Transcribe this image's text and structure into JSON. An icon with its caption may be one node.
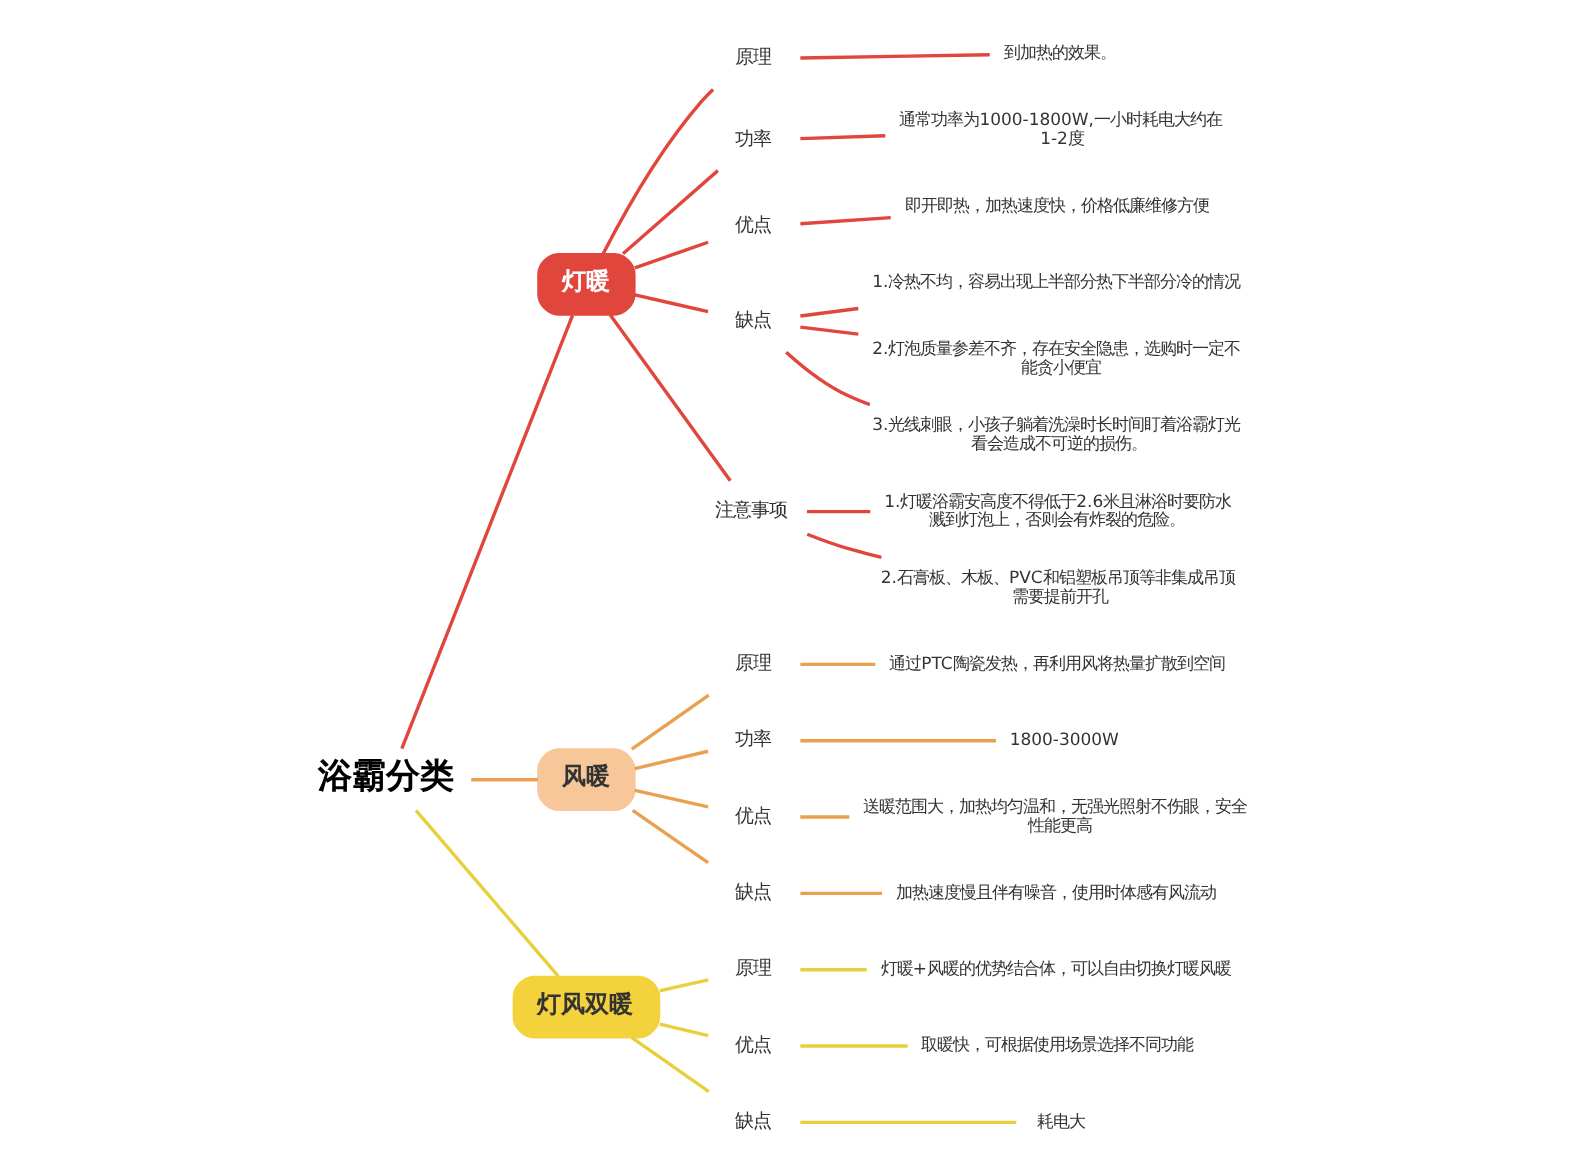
{
  "diagram": {
    "nodes": [
      {
        "text": [
          "浴霸分类"
        ]
      },
      {
        "text": [
          "灯暖"
        ]
      },
      {
        "text": [
          "原理"
        ]
      },
      {
        "text": [
          "到加热的效果。"
        ]
      },
      {
        "text": [
          "功率"
        ]
      },
      {
        "text": [
          "通常功率为1000-1800W,一小时耗电大约在1-2度"
        ]
      },
      {
        "text": [
          "优点"
        ]
      },
      {
        "text": [
          "即开即热，加热速度快，价格低廉维修方便"
        ]
      },
      {
        "text": [
          "缺点"
        ]
      },
      {
        "text": [
          "1.冷热不均，容易出现上半部分热下半部分冷的情况"
        ]
      },
      {
        "text": [
          "2.灯泡质量参差不齐，存在安全隐患，选购时一定不能贪小便宜"
        ]
      },
      {
        "text": [
          "3.光线刺眼，小孩子躺着洗澡时长时间盯着浴霸灯光看会造成不可逆的损伤。"
        ]
      },
      {
        "text": [
          "注意事项"
        ]
      },
      {
        "text": [
          "1.灯暖浴霸安高度不得低于2.6米且淋浴时要防水溅到灯泡上，否则会有炸裂的危险。"
        ]
      },
      {
        "text": [
          "2.石膏板、木板、PVC和铝塑板吊顶等非集成吊顶需要提前开孔"
        ]
      },
      {
        "text": [
          "风暖"
        ]
      },
      {
        "text": [
          "原理"
        ]
      },
      {
        "text": [
          "通过PTC陶瓷发热，再利用风将热量扩散到空间"
        ]
      },
      {
        "text": [
          "功率"
        ]
      },
      {
        "text": [
          "1800-3000W"
        ]
      },
      {
        "text": [
          "优点"
        ]
      },
      {
        "text": [
          "送暖范围大，加热均匀温和，无强光照射不伤眼，安全性能更高"
        ]
      },
      {
        "text": [
          "缺点"
        ]
      },
      {
        "text": [
          "加热速度慢且伴有噪音，使用时体感有风流动"
        ]
      },
      {
        "text": [
          "灯风双暖"
        ]
      },
      {
        "text": [
          "原理"
        ]
      },
      {
        "text": [
          "灯暖+风暖的优势结合体，可以自由切换灯暖风暖"
        ]
      },
      {
        "text": [
          "优点"
        ]
      },
      {
        "text": [
          "取暖快，可根据使用场景选择不同功能"
        ]
      },
      {
        "text": [
          "缺点"
        ]
      },
      {
        "text": [
          "耗电大"
        ]
      }
    ],
    "edges": [
      {
        "from": 0,
        "to": 1,
        "arrow": "none",
        "color": "#e0463c"
      },
      {
        "from": 1,
        "to": 2,
        "arrow": "none",
        "color": "#e0463c"
      },
      {
        "from": 2,
        "to": 3,
        "arrow": "none",
        "color": "#e0463c"
      },
      {
        "from": 1,
        "to": 4,
        "arrow": "none",
        "color": "#e0463c"
      },
      {
        "from": 4,
        "to": 5,
        "arrow": "none",
        "color": "#e0463c"
      },
      {
        "from": 1,
        "to": 6,
        "arrow": "none",
        "color": "#e0463c"
      },
      {
        "from": 6,
        "to": 7,
        "arrow": "none",
        "color": "#e0463c"
      },
      {
        "from": 1,
        "to": 8,
        "arrow": "none",
        "color": "#e0463c"
      },
      {
        "from": 8,
        "to": 9,
        "arrow": "none",
        "color": "#e0463c"
      },
      {
        "from": 8,
        "to": 10,
        "arrow": "none",
        "color": "#e0463c"
      },
      {
        "from": 8,
        "to": 11,
        "arrow": "none",
        "color": "#e0463c"
      },
      {
        "from": 1,
        "to": 12,
        "arrow": "none",
        "color": "#e0463c"
      },
      {
        "from": 12,
        "to": 13,
        "arrow": "none",
        "color": "#e0463c"
      },
      {
        "from": 12,
        "to": 14,
        "arrow": "none",
        "color": "#e0463c"
      },
      {
        "from": 0,
        "to": 15,
        "arrow": "none",
        "color": "#e9a050"
      },
      {
        "from": 15,
        "to": 16,
        "arrow": "none",
        "color": "#e9a050"
      },
      {
        "from": 16,
        "to": 17,
        "arrow": "none",
        "color": "#e9a050"
      },
      {
        "from": 15,
        "to": 18,
        "arrow": "none",
        "color": "#e9a050"
      },
      {
        "from": 18,
        "to": 19,
        "arrow": "none",
        "color": "#e9a050"
      },
      {
        "from": 15,
        "to": 20,
        "arrow": "none",
        "color": "#e9a050"
      },
      {
        "from": 20,
        "to": 21,
        "arrow": "none",
        "color": "#e9a050"
      },
      {
        "from": 15,
        "to": 22,
        "arrow": "none",
        "color": "#e9a050"
      },
      {
        "from": 22,
        "to": 23,
        "arrow": "none",
        "color": "#e9a050"
      },
      {
        "from": 0,
        "to": 24,
        "arrow": "none",
        "color": "#e8cf3c"
      },
      {
        "from": 24,
        "to": 25,
        "arrow": "none",
        "color": "#e8cf3c"
      },
      {
        "from": 25,
        "to": 26,
        "arrow": "none",
        "color": "#e8cf3c"
      },
      {
        "from": 24,
        "to": 27,
        "arrow": "none",
        "color": "#e8cf3c"
      },
      {
        "from": 27,
        "to": 28,
        "arrow": "none",
        "color": "#e8cf3c"
      },
      {
        "from": 24,
        "to": 29,
        "arrow": "none",
        "color": "#e8cf3c"
      },
      {
        "from": 29,
        "to": 30,
        "arrow": "none",
        "color": "#e8cf3c"
      }
    ]
  }
}
